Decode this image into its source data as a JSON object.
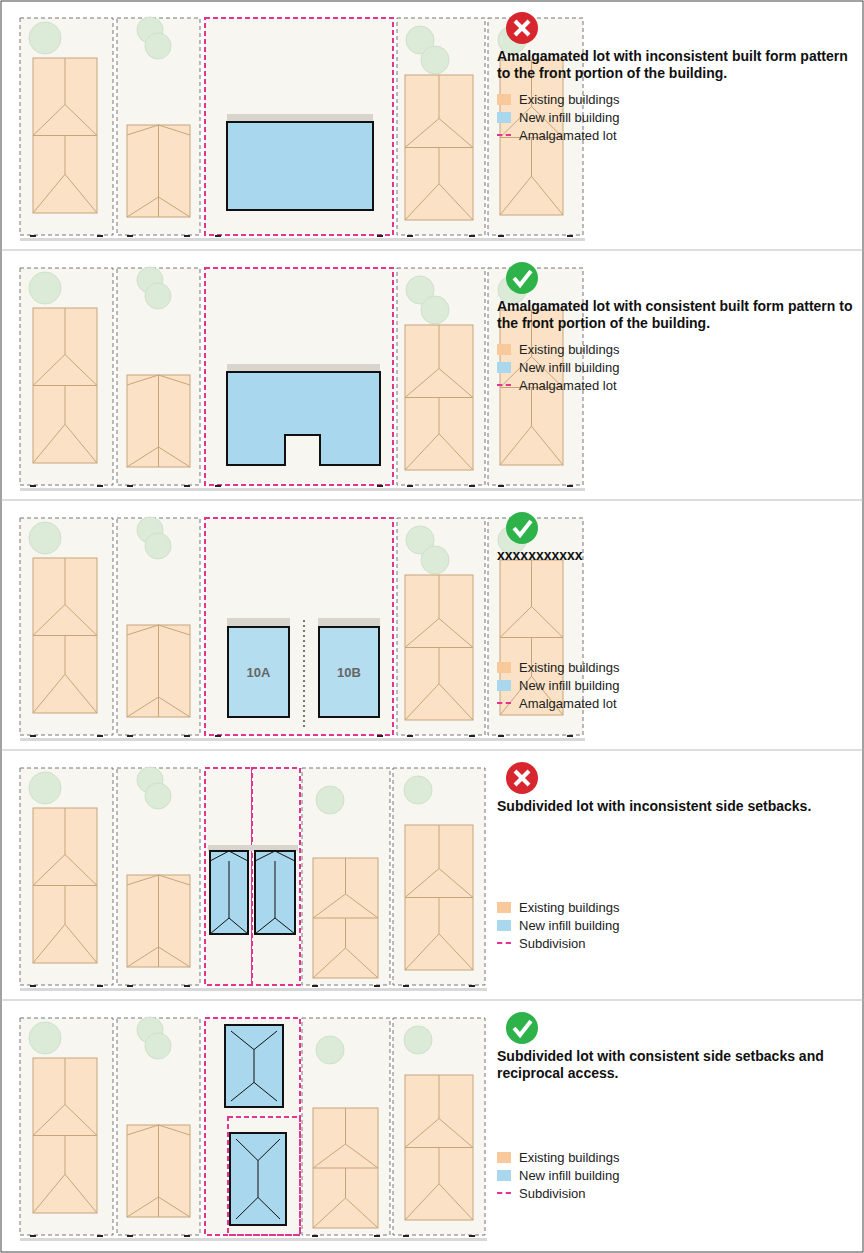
{
  "diagram": {
    "nodes": [
      {
        "text": [
          "10A"
        ]
      },
      {
        "text": [
          "10B"
        ]
      }
    ],
    "labels": [
      "Amalgamated lot with inconsistent built form pattern to the front portion of the building.",
      "Amalgamated lot with consistent built form pattern to the front portion of the building.",
      "xxxxxxxxxxx",
      "Subdivided lot with inconsistent side setbacks.",
      "Subdivided lot with consistent side setbacks and reciprocal access."
    ],
    "legend": [
      {
        "text": "Existing buildings",
        "color": "#f8c99a"
      },
      {
        "text": "New infill building",
        "color": "#a9d8ee"
      },
      {
        "text": "Amalgamated lot"
      },
      {
        "text": "Existing buildings",
        "color": "#f8c99a"
      },
      {
        "text": "New infill building",
        "color": "#a9d8ee"
      },
      {
        "text": "Amalgamated lot"
      },
      {
        "text": "Existing buildings",
        "color": "#f8c99a"
      },
      {
        "text": "New infill building",
        "color": "#a9d8ee"
      },
      {
        "text": "Amalgamated lot"
      },
      {
        "text": "Existing buildings",
        "color": "#f8c99a"
      },
      {
        "text": "New infill building",
        "color": "#a9d8ee"
      },
      {
        "text": "Subdivision"
      },
      {
        "text": "Existing buildings",
        "color": "#f8c99a"
      },
      {
        "text": "New infill building",
        "color": "#a9d8ee"
      },
      {
        "text": "Subdivision"
      }
    ]
  }
}
